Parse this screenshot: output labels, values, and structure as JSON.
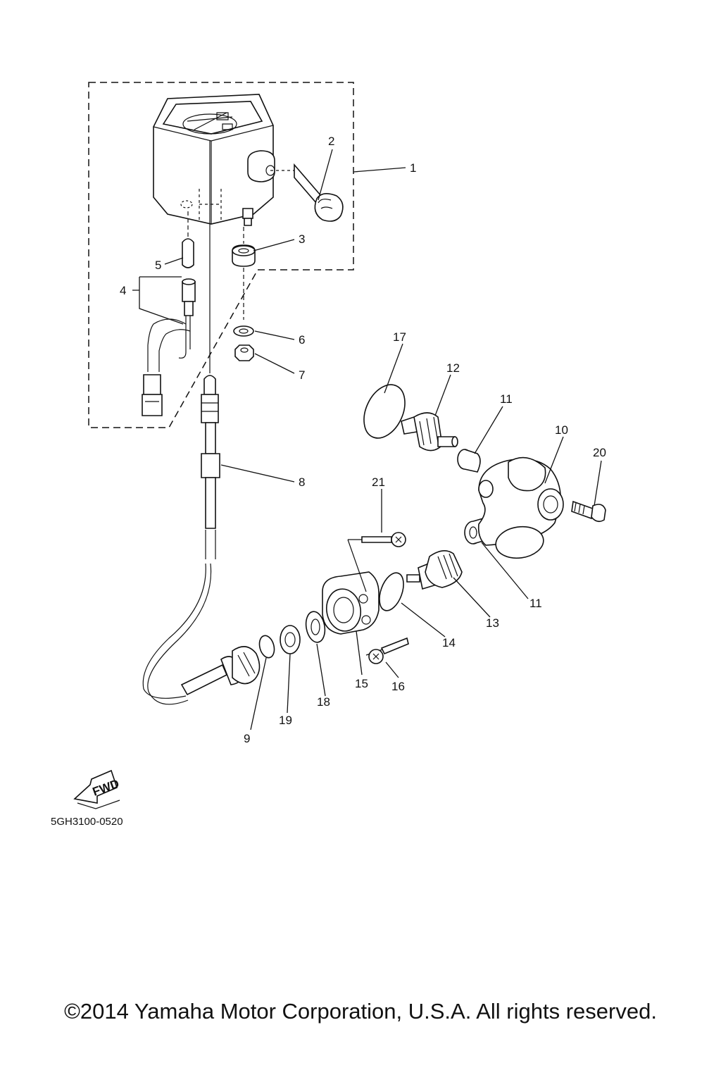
{
  "diagram": {
    "part_numbers": [
      "1",
      "2",
      "3",
      "4",
      "5",
      "6",
      "7",
      "8",
      "9",
      "10",
      "11",
      "11",
      "12",
      "13",
      "14",
      "15",
      "16",
      "17",
      "18",
      "19",
      "20",
      "21"
    ],
    "fwd_label": "FWD",
    "reference_code": "5GH3100-0520"
  },
  "footer": {
    "copyright": "©2014 Yamaha Motor Corporation, U.S.A. All rights reserved."
  }
}
